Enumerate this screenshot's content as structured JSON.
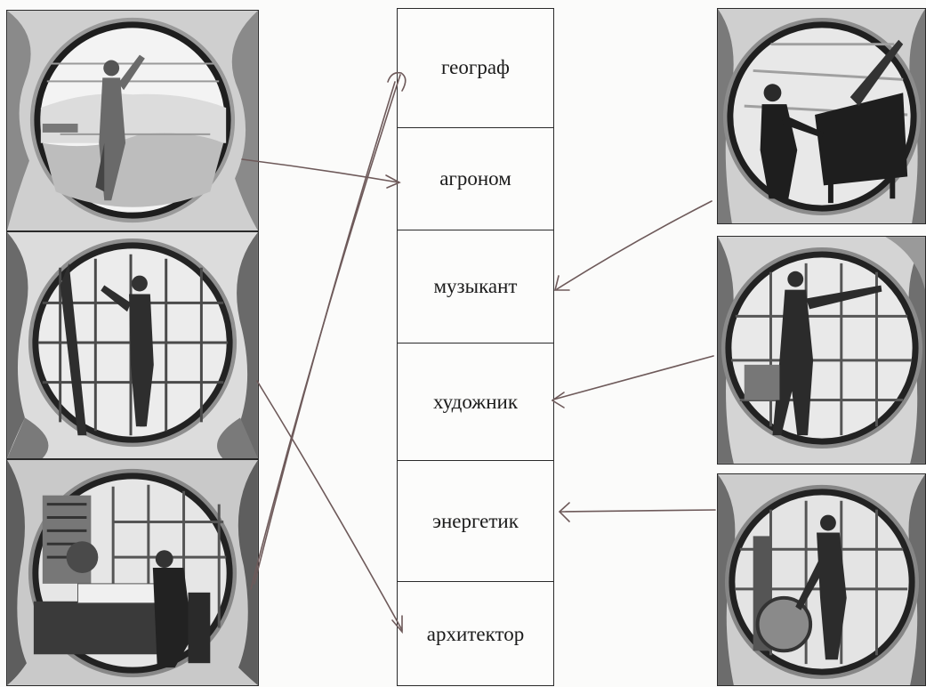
{
  "professions": [
    {
      "label": "географ"
    },
    {
      "label": "агроном"
    },
    {
      "label": "музыкант"
    },
    {
      "label": "художник"
    },
    {
      "label": "энергетик"
    },
    {
      "label": "архитектор"
    }
  ],
  "left_pictures": [
    {
      "icon": "stained-glass-man-waving-landscape-icon"
    },
    {
      "icon": "stained-glass-man-at-easel-icon"
    },
    {
      "icon": "stained-glass-man-at-desk-with-globe-icon"
    }
  ],
  "right_pictures": [
    {
      "icon": "stained-glass-pianist-icon"
    },
    {
      "icon": "stained-glass-man-pointing-icon"
    },
    {
      "icon": "stained-glass-man-with-wheel-icon"
    }
  ],
  "connections": [
    {
      "from": "left-1",
      "to": "агроном"
    },
    {
      "from": "left-2",
      "to": "архитектор"
    },
    {
      "from": "left-3",
      "to": "географ"
    },
    {
      "from": "right-1",
      "to": "музыкант"
    },
    {
      "from": "right-2",
      "to": "художник"
    },
    {
      "from": "right-3",
      "to": "энергетик"
    }
  ],
  "colors": {
    "ink": "#2a2a2a",
    "arrow": "#6e5a5a",
    "glass_light": "#d9d9d9",
    "glass_dark": "#3a3a3a"
  }
}
